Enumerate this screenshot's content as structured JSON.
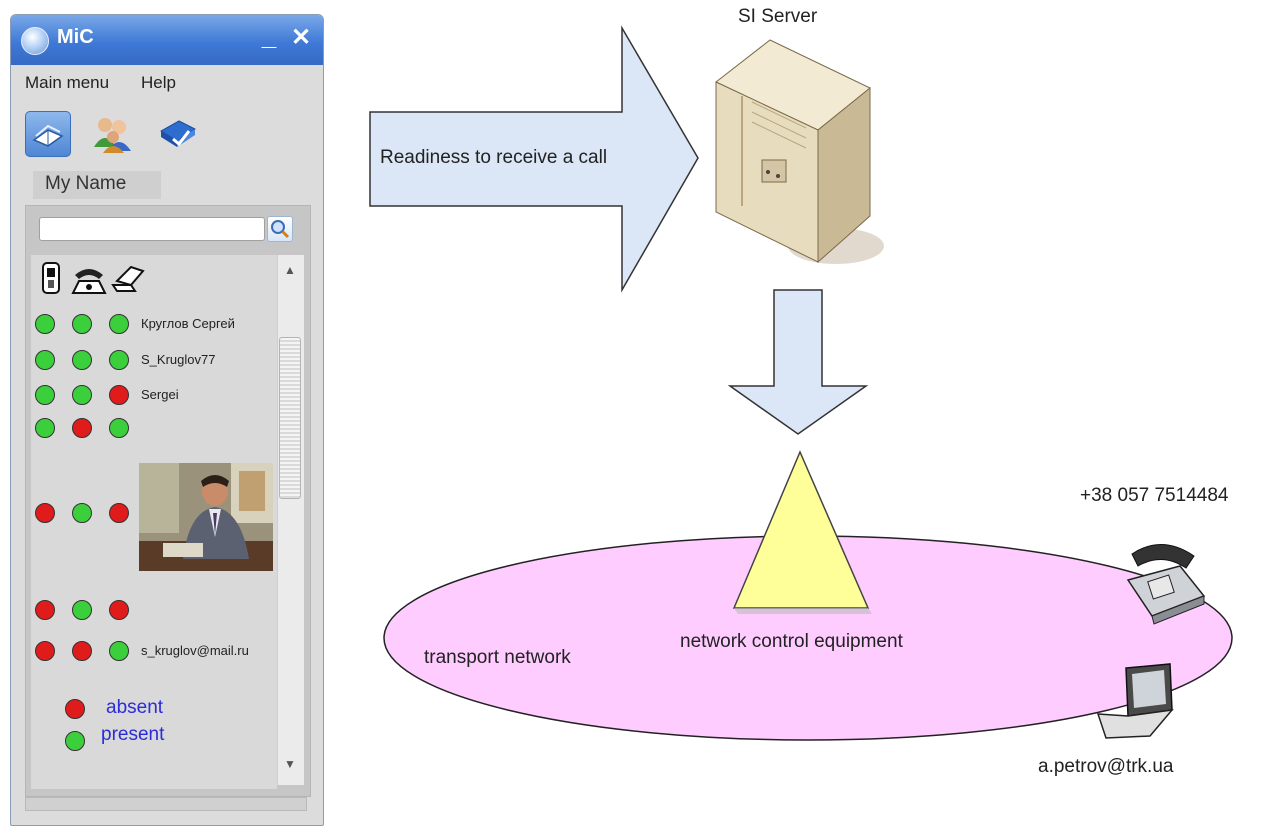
{
  "window": {
    "title": "MiC",
    "minimize": "_",
    "close": "✕",
    "menu": [
      "Main menu",
      "Help"
    ],
    "toolbar": [
      "address-book-icon",
      "contacts-icon",
      "book-check-icon"
    ],
    "my_name": "My Name",
    "scroll_up": "▲",
    "scroll_down": "▼"
  },
  "contacts": [
    {
      "mobile": "present",
      "phone": "present",
      "computer": "present",
      "name": "Круглов Сергей"
    },
    {
      "mobile": "present",
      "phone": "present",
      "computer": "present",
      "name": "S_Kruglov77"
    },
    {
      "mobile": "present",
      "phone": "present",
      "computer": "absent",
      "name": "Sergei"
    },
    {
      "mobile": "present",
      "phone": "absent",
      "computer": "present",
      "name": ""
    },
    {
      "mobile": "absent",
      "phone": "present",
      "computer": "absent",
      "name": ""
    },
    {
      "mobile": "absent",
      "phone": "present",
      "computer": "absent",
      "name": ""
    },
    {
      "mobile": "absent",
      "phone": "absent",
      "computer": "present",
      "name": "s_kruglov@mail.ru"
    }
  ],
  "legend": {
    "absent": {
      "label": "absent",
      "color": "#e01b1b"
    },
    "present": {
      "label": "present",
      "color": "#3ccf3c"
    }
  },
  "diagram": {
    "server_label": "SI Server",
    "arrow_label": "Readiness to receive a call",
    "equipment_label": "network control equipment",
    "network_label": "transport network",
    "phone_number": "+38 057 7514484",
    "email": "a.petrov@trk.ua",
    "colors": {
      "arrow_fill": "#dbe6f6",
      "arrow_stroke": "#333333",
      "network_fill": "#ffccff",
      "triangle_fill": "#ffff99"
    }
  }
}
